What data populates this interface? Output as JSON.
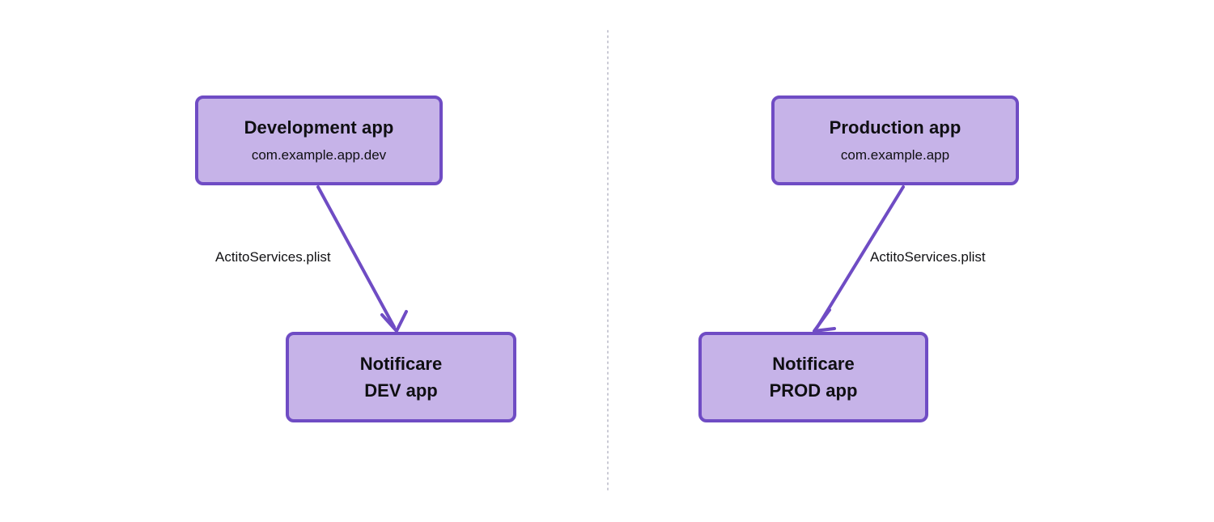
{
  "diagram": {
    "type": "flow-diagram",
    "background_color": "#ffffff",
    "node_fill_color": "#c6b3e8",
    "node_border_color": "#6f4cc4",
    "edge_color": "#6f4cc4",
    "divider_color": "#c9c9d4",
    "nodes": [
      {
        "id": "dev-app",
        "title": "Development app",
        "subtitle": "com.example.app.dev"
      },
      {
        "id": "prod-app",
        "title": "Production app",
        "subtitle": "com.example.app"
      },
      {
        "id": "notificare-dev",
        "line1": "Notificare",
        "line2": "DEV app"
      },
      {
        "id": "notificare-prod",
        "line1": "Notificare",
        "line2": "PROD app"
      }
    ],
    "edges": [
      {
        "id": "dev-edge",
        "from": "dev-app",
        "to": "notificare-dev",
        "label": "ActitoServices.plist"
      },
      {
        "id": "prod-edge",
        "from": "prod-app",
        "to": "notificare-prod",
        "label": "ActitoServices.plist"
      }
    ]
  }
}
